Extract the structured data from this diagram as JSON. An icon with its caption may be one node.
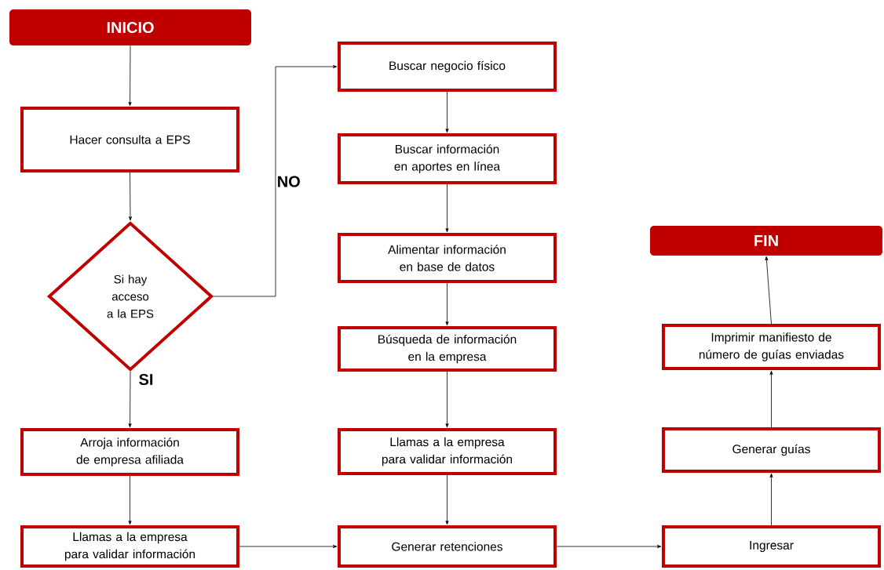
{
  "diagram": {
    "nodes": [
      {
        "text": [
          "INICIO"
        ]
      },
      {
        "text": [
          "Hacer consulta a EPS"
        ]
      },
      {
        "text": [
          "Si hay acceso a la EPS"
        ]
      },
      {
        "text": [
          "Arroja información de empresa afiliada"
        ]
      },
      {
        "text": [
          "Llamas a la empresa para validar información"
        ]
      },
      {
        "text": [
          "Buscar negocio físico"
        ]
      },
      {
        "text": [
          "Buscar información en aportes en línea"
        ]
      },
      {
        "text": [
          "Alimentar información en base de datos"
        ]
      },
      {
        "text": [
          "Búsqueda de información en la empresa"
        ]
      },
      {
        "text": [
          "Llamas a la empresa para validar información"
        ]
      },
      {
        "text": [
          "Generar retenciones"
        ]
      },
      {
        "text": [
          "FIN"
        ]
      },
      {
        "text": [
          "Imprimir manifiesto de número de guías enviadas"
        ]
      },
      {
        "text": [
          "Generar  guías"
        ]
      },
      {
        "text": [
          "Ingresar"
        ]
      }
    ],
    "edges": [
      {
        "from": 0,
        "to": 1,
        "arrow": "to"
      },
      {
        "from": 1,
        "to": 2,
        "arrow": "to"
      },
      {
        "from": 2,
        "to": 5,
        "arrow": "to",
        "label": "NO"
      },
      {
        "from": 2,
        "to": 3,
        "arrow": "to",
        "label": "SI"
      },
      {
        "from": 3,
        "to": 4,
        "arrow": "to"
      },
      {
        "from": 4,
        "to": 10,
        "arrow": "to"
      },
      {
        "from": 5,
        "to": 6,
        "arrow": "to"
      },
      {
        "from": 6,
        "to": 7,
        "arrow": "to"
      },
      {
        "from": 7,
        "to": 8,
        "arrow": "to"
      },
      {
        "from": 8,
        "to": 9,
        "arrow": "to"
      },
      {
        "from": 9,
        "to": 10,
        "arrow": "to"
      },
      {
        "from": 10,
        "to": 14,
        "arrow": "to"
      },
      {
        "from": 14,
        "to": 13,
        "arrow": "to"
      },
      {
        "from": 13,
        "to": 12,
        "arrow": "to"
      },
      {
        "from": 12,
        "to": 11,
        "arrow": "to"
      }
    ]
  }
}
